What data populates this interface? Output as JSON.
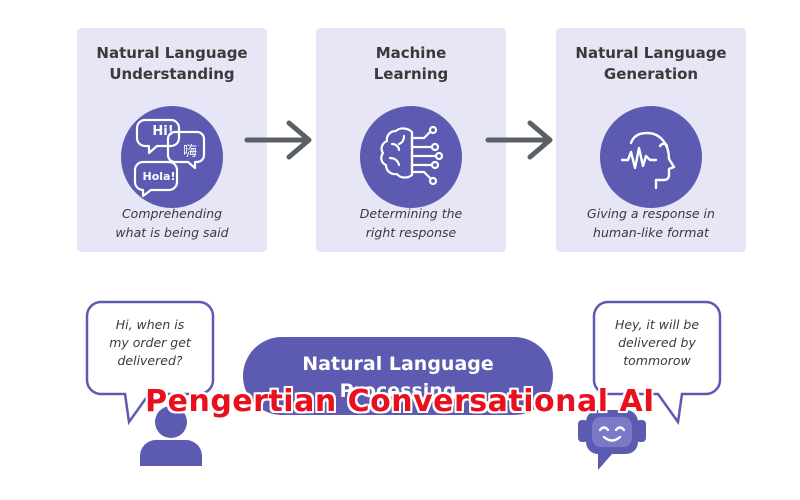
{
  "colors": {
    "card_bg": "#e6e6f6",
    "accent": "#5c5ab1",
    "arrow": "#5a6065",
    "text": "#3a3a3a",
    "overlay_text": "#e8101c"
  },
  "steps": [
    {
      "title": "Natural Language\nUnderstanding",
      "desc": "Comprehending\nwhat is being said",
      "icon": "speech-bubbles-icon"
    },
    {
      "title": "Machine\nLearning",
      "desc": "Determining the\nright response",
      "icon": "brain-circuit-icon"
    },
    {
      "title": "Natural Language\nGeneration",
      "desc": "Giving a response in\nhuman-like format",
      "icon": "speaking-head-icon"
    }
  ],
  "greetings": [
    "Hi!",
    "嗨",
    "Hola!"
  ],
  "user_bubble": "Hi, when is\nmy order get\ndelivered?",
  "bot_bubble": "Hey, it will be\ndelivered  by\ntommorow",
  "center_pill": "Natural Language\nProcessing",
  "overlay_title": "Pengertian Conversational AI"
}
